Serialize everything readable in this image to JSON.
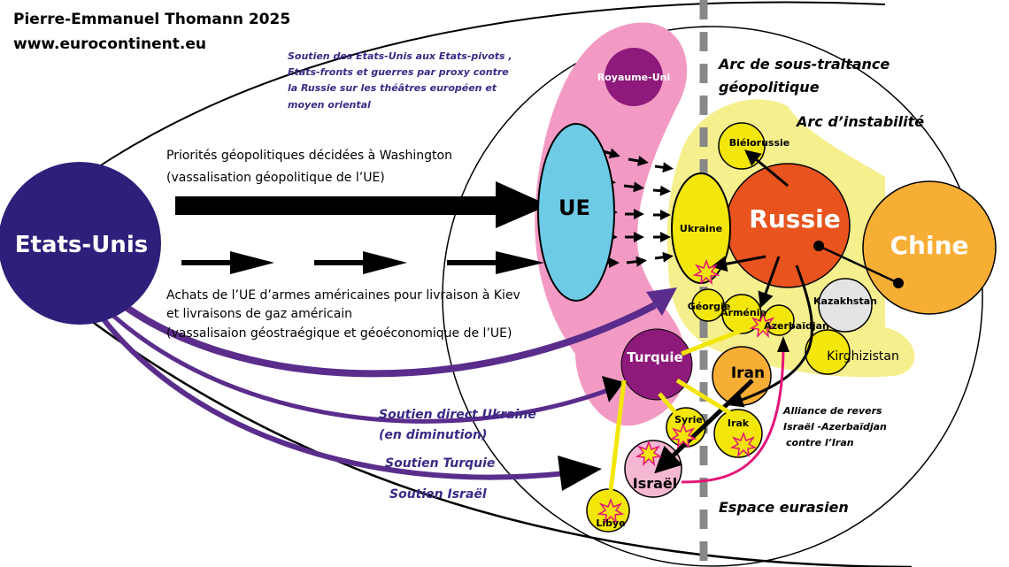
{
  "header": {
    "author": "Pierre-Emmanuel Thomann  2025",
    "site": "www.eurocontinent.eu"
  },
  "captions": {
    "support_lines": [
      "Soutien des Etats-Unis aux Etats-pivots ,",
      "Etats-fronts et guerres par proxy contre",
      "la Russie sur les théâtres européen et",
      "moyen oriental"
    ],
    "arc_subcontract": [
      "Arc de sous-traitance",
      "géopolitique"
    ],
    "arc_instability": "Arc d’instabilité",
    "priorities": [
      "Priorités géopolitiques  décidées à Washington",
      "(vassalisation géopolitique de l’UE)"
    ],
    "purchases": [
      "Achats de l’UE d’armes américaines pour livraison à Kiev",
      "et livraisons de gaz américain",
      "(vassalisaion  géostraégique et géoéconomique de l’UE)"
    ],
    "support_ukraine": [
      "Soutien direct Ukraine",
      "(en diminution)"
    ],
    "support_turkey": "Soutien Turquie",
    "support_israel": "Soutien Israël",
    "alliance": [
      "Alliance de revers",
      "Israël -Azerbaïdjan",
      "contre l’Iran"
    ],
    "eurasian_space": "Espace eurasien"
  },
  "countries": {
    "usa": "Etats-Unis",
    "eu": "UE",
    "uk": "Royaume-Uni",
    "belarus": "Biélorussie",
    "ukraine": "Ukraine",
    "russia": "Russie",
    "china": "Chine",
    "kazakhstan": "Kazakhstan",
    "georgia": "Géorgie",
    "armenia": "Arménie",
    "azerbaijan": "Azerbaïdjan",
    "kyrgyzstan": "Kirghizistan",
    "turkey": "Turquie",
    "iran": "Iran",
    "syria": "Syrie",
    "iraq": "Irak",
    "israel": "Israël",
    "libya": "Libye"
  },
  "colors": {
    "usa": "#2e1f7a",
    "eu": "#6ecbe6",
    "pink": "#f29ac4",
    "yellow": "#f2e60a",
    "russia": "#e8531e",
    "china": "#f6ae35",
    "turkey": "#8e1a7b",
    "magenta": "#e5137a",
    "purple": "#5a2d8c"
  }
}
